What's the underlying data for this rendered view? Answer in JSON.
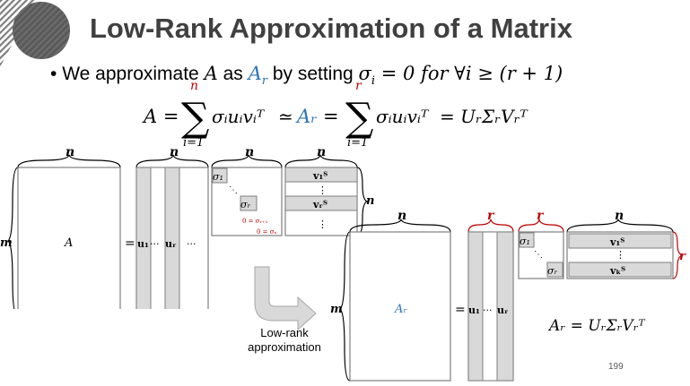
{
  "slide": {
    "title": "Low-Rank Approximation of a Matrix",
    "bullet": {
      "prefix": "We approximate ",
      "A": "A",
      "as": " as ",
      "Ar": "A",
      "Ar_sub": "r",
      "by": " by setting ",
      "condition": "σ",
      "condition_sub": "i",
      "condition_rest": " = 0 for ∀i ≥ (r + 1)"
    },
    "equation": {
      "lhs": "A =",
      "sum1_top": "n",
      "sum1_bottom": "i=1",
      "term": "σᵢuᵢvᵢᵀ",
      "approx": "≃",
      "Ar": "Aᵣ",
      "eq": "=",
      "sum2_top": "r",
      "sum2_bottom": "i=1",
      "rhs": "= UᵣΣᵣVᵣᵀ"
    },
    "top_diagram": {
      "brace_A": "n",
      "brace_U": "n",
      "brace_S": "n",
      "brace_V": "n",
      "side_V": "n",
      "side_m": "m",
      "A_label": "A",
      "eq_label": "=",
      "U_first": "u₁",
      "U_dots": "···",
      "U_r": "uᵣ",
      "U_more": "···",
      "sigma_1": "σ₁",
      "sigma_r": "σᵣ",
      "zero_r1": "0 = σᵣ₊₁",
      "zero_n": "0 = σₙ",
      "v1": "v₁ᵀ",
      "vr": "vᵣᵀ",
      "vdots": "⋮"
    },
    "arrow_label": "Low-rank\napproximation",
    "arrow_label_line1": "Low-rank",
    "arrow_label_line2": "approximation",
    "bottom_diagram": {
      "brace_A": "n",
      "brace_U": "r",
      "brace_S": "r",
      "brace_V": "n",
      "side_V": "r",
      "side_m": "m",
      "Ar_label": "Aᵣ",
      "eq_label": "=",
      "U_first": "u₁",
      "U_dots": "···",
      "U_r": "uᵣ",
      "sigma_1": "σ₁",
      "sigma_r": "σᵣ",
      "v1": "v₁ᵀ",
      "vk": "vₖᵀ",
      "vdots": "⋮",
      "formula": "Aᵣ = UᵣΣᵣVᵣᵀ"
    },
    "page_number": "199",
    "colors": {
      "title": "#404040",
      "blue": "#2e75b6",
      "red": "#c00000",
      "gray_fill": "#d9d9d9",
      "gray_border": "#7f7f7f"
    }
  }
}
